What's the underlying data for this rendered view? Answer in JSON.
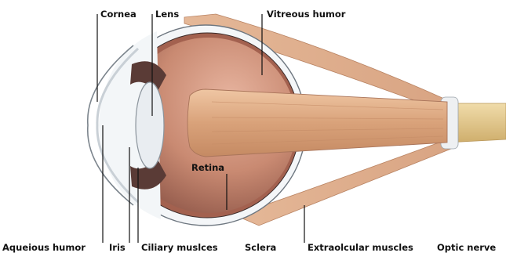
{
  "labels": {
    "cornea": "Cornea",
    "lens": "Lens",
    "vitreous": "Vitreous humor",
    "retina": "Retina",
    "aqueous": "Aqueious humor",
    "iris": "Iris",
    "ciliary": "Ciliary muslces",
    "sclera": "Sclera",
    "extraocular": "Extraolcular muscles",
    "optic": "Optic nerve"
  },
  "colors": {
    "vitreous": "#c98a72",
    "muscle": "#d9a680",
    "sclera": "#f4f6f8",
    "optic_nerve": "#e3c98a",
    "leader": "#111111"
  }
}
